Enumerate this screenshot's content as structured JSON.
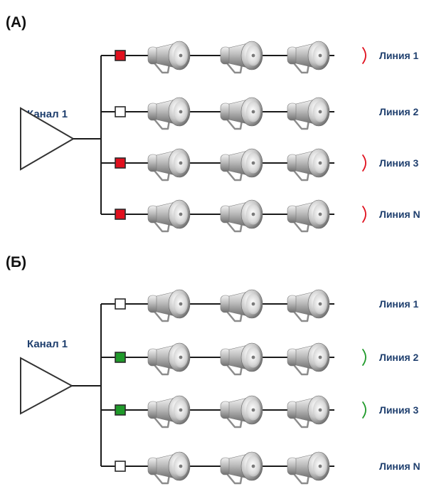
{
  "colors": {
    "label_text": "#1f3f6e",
    "alarm_red": "#e0101e",
    "ok_green": "#1f9a2a",
    "inactive": "#ffffff"
  },
  "icons": {
    "speaker": "horn-loudspeaker-icon",
    "amplifier": "amplifier-triangle-icon",
    "indicator": "line-status-square-icon"
  },
  "panels": [
    {
      "label": "(А)",
      "channel": "Канал 1",
      "lines": [
        {
          "label": "Линия 1",
          "status": "alarm",
          "activity_mark": true
        },
        {
          "label": "Линия 2",
          "status": "inactive",
          "activity_mark": false
        },
        {
          "label": "Линия 3",
          "status": "alarm",
          "activity_mark": true
        },
        {
          "label": "Линия N",
          "status": "alarm",
          "activity_mark": true
        }
      ]
    },
    {
      "label": "(Б)",
      "channel": "Канал 1",
      "lines": [
        {
          "label": "Линия 1",
          "status": "inactive",
          "activity_mark": false
        },
        {
          "label": "Линия 2",
          "status": "ok",
          "activity_mark": true
        },
        {
          "label": "Линия 3",
          "status": "ok",
          "activity_mark": true
        },
        {
          "label": "Линия N",
          "status": "inactive",
          "activity_mark": false
        }
      ]
    }
  ]
}
